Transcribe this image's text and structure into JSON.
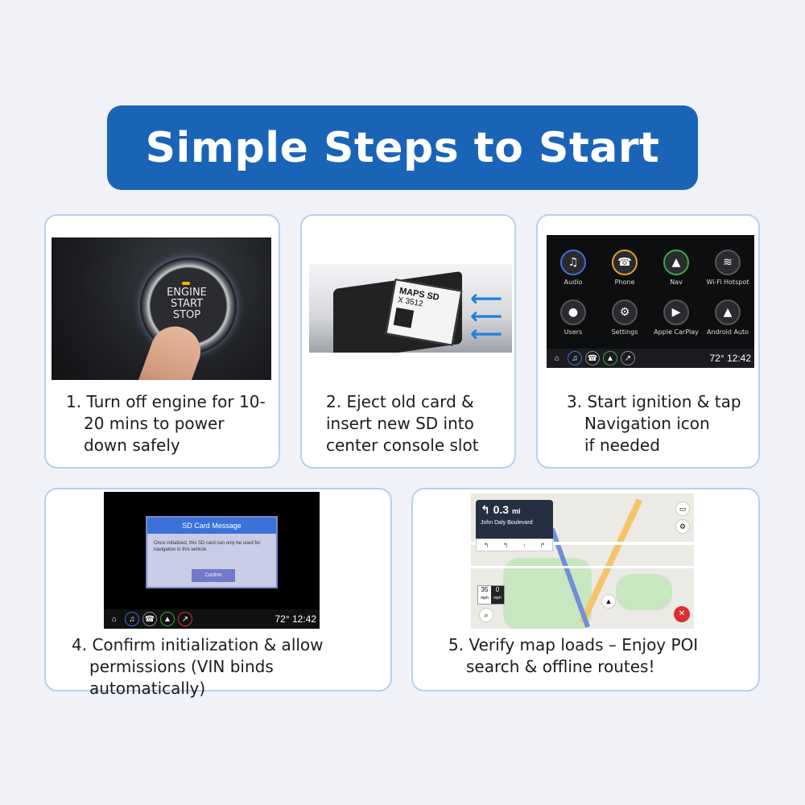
{
  "banner": {
    "title": "Simple Steps to Start"
  },
  "steps": [
    {
      "lines": [
        "1. Turn off engine for 10-",
        "20 mins to power",
        "down safely"
      ]
    },
    {
      "lines": [
        "2. Eject old card &",
        "insert new SD into",
        "center console slot"
      ]
    },
    {
      "lines": [
        "3. Start ignition & tap",
        "Navigation icon",
        "if needed"
      ]
    },
    {
      "lines": [
        "4. Confirm initialization & allow",
        "permissions (VIN binds automatically)"
      ]
    },
    {
      "lines": [
        "5. Verify map loads – Enjoy POI",
        "search & offline routes!"
      ]
    }
  ],
  "engine_button": {
    "line1": "ENGINE",
    "line2": "START",
    "line3": "STOP"
  },
  "sd_card": {
    "text": "MAPS SD\nX 3512"
  },
  "car_screen": {
    "apps": [
      "Audio",
      "Phone",
      "Nav",
      "Wi-Fi Hotspot",
      "Users",
      "Settings",
      "Apple CarPlay",
      "Android Auto"
    ],
    "temp_time": "72° 12:42"
  },
  "dialog": {
    "title": "SD Card Message",
    "body": "Once initialized, this SD card can only be used for navigation in this vehicle.",
    "button": "Confirm",
    "temp_time": "72° 12:42"
  },
  "map": {
    "distance": "0.3",
    "unit": "mi",
    "street": "John Daly Boulevard",
    "speed_limit": "35",
    "speed_limit_unit": "mph",
    "current_speed": "0",
    "current_speed_unit": "mph"
  }
}
